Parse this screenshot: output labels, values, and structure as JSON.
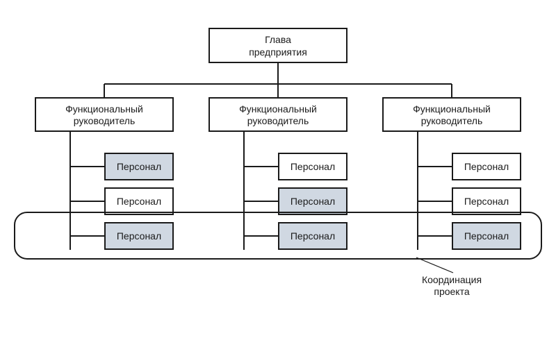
{
  "head": {
    "line1": "Глава",
    "line2": "предприятия"
  },
  "columns": [
    {
      "manager": {
        "line1": "Функциональный",
        "line2": "руководитель"
      },
      "staff": [
        {
          "label": "Персонал",
          "highlighted": true
        },
        {
          "label": "Персонал",
          "highlighted": false
        },
        {
          "label": "Персонал",
          "highlighted": true
        }
      ]
    },
    {
      "manager": {
        "line1": "Функциональный",
        "line2": "руководитель"
      },
      "staff": [
        {
          "label": "Персонал",
          "highlighted": false
        },
        {
          "label": "Персонал",
          "highlighted": true
        },
        {
          "label": "Персонал",
          "highlighted": true
        }
      ]
    },
    {
      "manager": {
        "line1": "Функциональный",
        "line2": "руководитель"
      },
      "staff": [
        {
          "label": "Персонал",
          "highlighted": false
        },
        {
          "label": "Персонал",
          "highlighted": false
        },
        {
          "label": "Персонал",
          "highlighted": true
        }
      ]
    }
  ],
  "coordination": {
    "line1": "Координация",
    "line2": "проекта"
  },
  "colors": {
    "highlight_fill": "#d0d8e2",
    "stroke": "#1a1a1a",
    "background": "#ffffff"
  }
}
